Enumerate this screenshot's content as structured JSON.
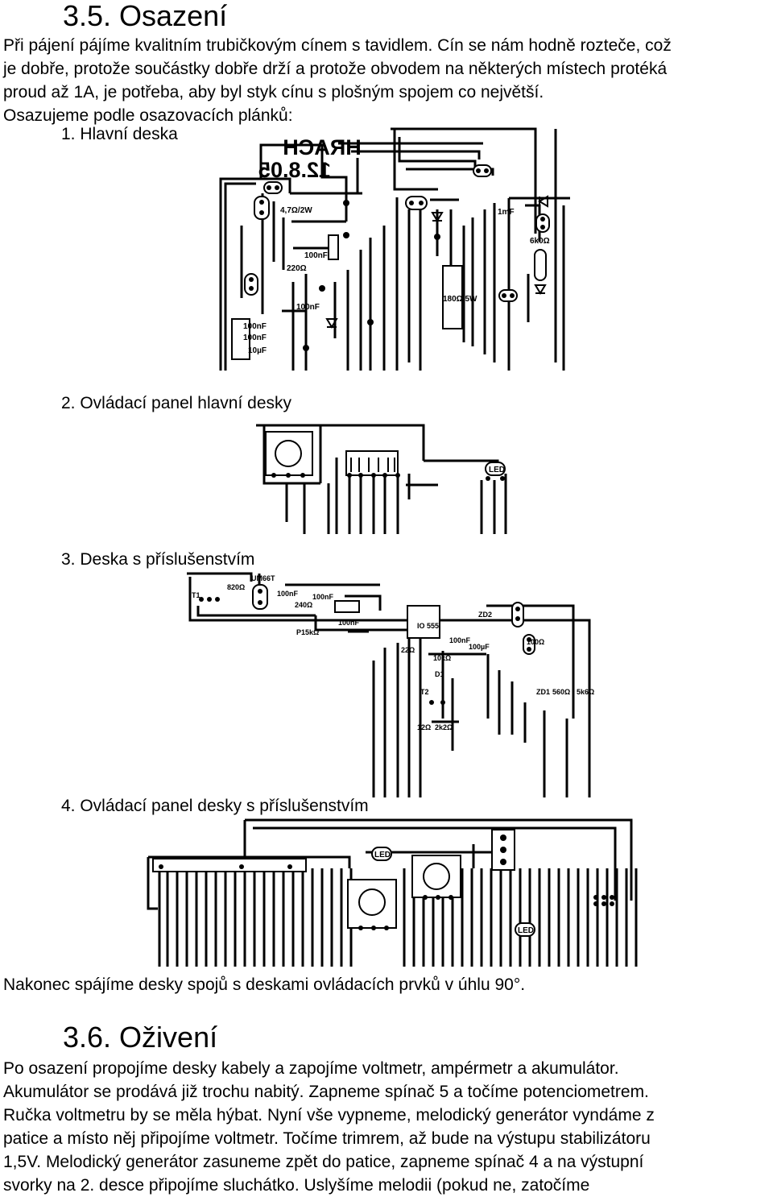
{
  "section_1": {
    "heading": "3.5. Osazení",
    "paragraph_lines": [
      "Při pájení pájíme kvalitním trubičkovým cínem s tavidlem. Cín se nám hodně rozteče, což",
      "je dobře, protože součástky dobře drží a protože obvodem na některých místech protéká",
      "proud až 1A, je potřeba, aby byl styk cínu s plošným spojem co největší.",
      "Osazujeme podle osazovacích plánků:"
    ]
  },
  "boards": [
    {
      "caption": "1. Hlavní deska",
      "labels": {
        "mirror_title": "HRACH",
        "mirror_date": "12.8.05",
        "r1": "4,7Ω/2W",
        "c1": "100nF",
        "r2": "220Ω",
        "c2": "100nF",
        "c3": "100nF",
        "c4": "100nF",
        "c5": "10µF",
        "c6": "1mF",
        "r3": "6k0Ω",
        "r4": "180Ω/5W"
      }
    },
    {
      "caption": "2. Ovládací panel hlavní desky",
      "labels": {
        "led": "LED"
      }
    },
    {
      "caption": "3. Deska s příslušenstvím",
      "labels": {
        "um66t": "UM66T",
        "t1": "T1",
        "r820": "820Ω",
        "c100a": "100nF",
        "c100b": "100nF",
        "r240": "240Ω",
        "c100c": "100nF",
        "p15k": "P15kΩ",
        "io555": "IO 555",
        "zd2": "ZD2",
        "r22": "22Ω",
        "c100d": "100nF",
        "c100e": "100µF",
        "r100": "100Ω",
        "r10k": "10kΩ",
        "d1": "D1",
        "t2": "T2",
        "zd1": "ZD1",
        "r560": "560Ω",
        "r6k": "5k6Ω",
        "r12": "12Ω",
        "r2k2": "2k2Ω"
      }
    },
    {
      "caption": "4. Ovládací panel desky s příslušenstvím",
      "labels": {
        "led1": "LED",
        "led2": "LED"
      }
    }
  ],
  "closing_note": "Nakonec spájíme desky spojů s deskami ovládacích prvků v úhlu 90°.",
  "section_2": {
    "heading": "3.6. Oživení",
    "paragraph_lines": [
      "Po osazení propojíme desky kabely a zapojíme voltmetr, ampérmetr a akumulátor.",
      "Akumulátor se prodává již trochu nabitý. Zapneme spínač 5 a točíme potenciometrem.",
      "Ručka voltmetru by se měla hýbat. Nyní vše vypneme, melodický generátor vyndáme z",
      "patice a místo něj připojíme voltmetr. Točíme trimrem, až bude na výstupu stabilizátoru",
      "1,5V. Melodický generátor zasuneme zpět do patice, zapneme spínač 4 a na výstupní",
      "svorky na 2. desce připojíme sluchátko. Uslyšíme melodii (pokud ne, zatočíme"
    ]
  }
}
